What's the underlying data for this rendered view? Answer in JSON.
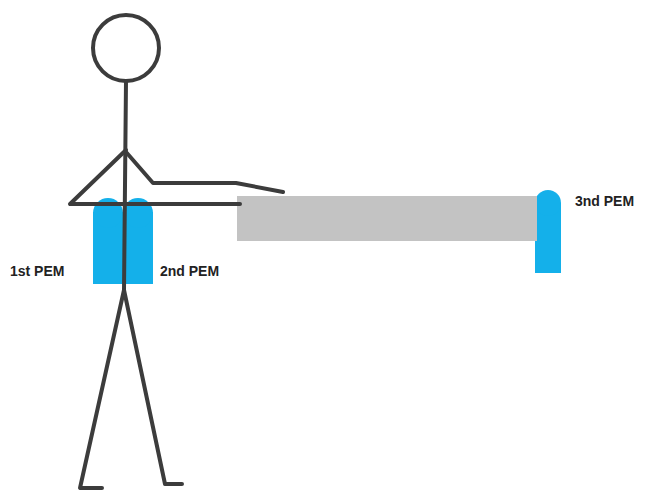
{
  "diagram": {
    "labels": [
      "1st PEM",
      "2nd PEM",
      "3nd PEM"
    ]
  }
}
